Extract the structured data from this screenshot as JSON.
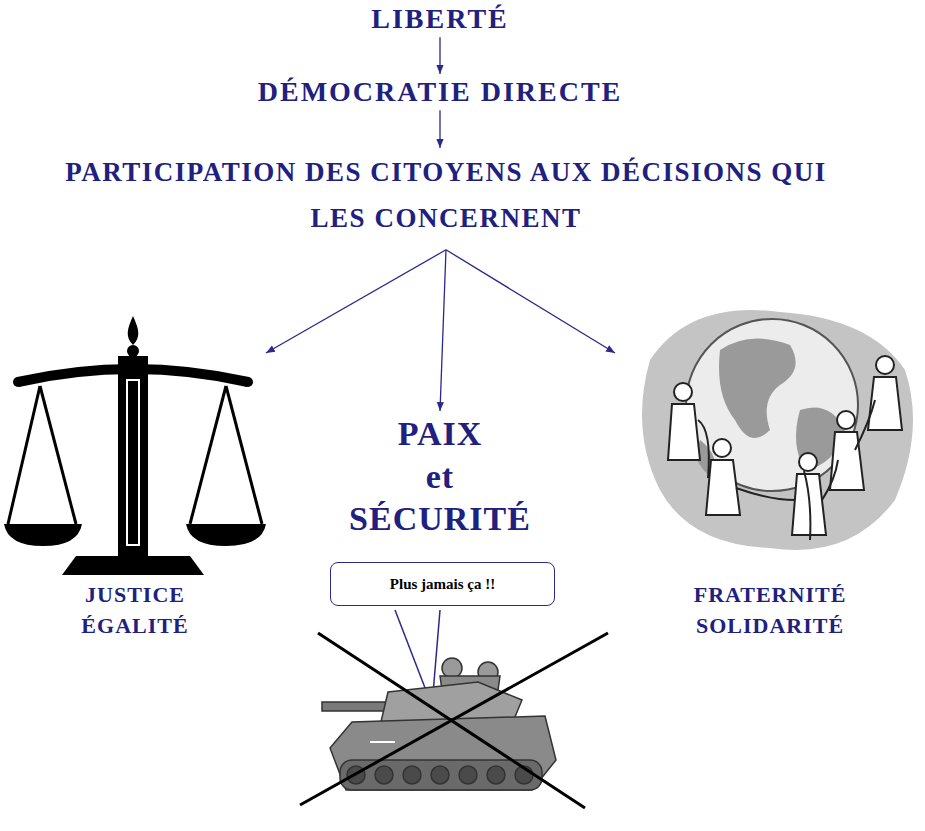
{
  "diagram": {
    "nodes": [
      {
        "text": [
          "LIBERTÉ"
        ]
      },
      {
        "text": [
          "DÉMOCRATIE DIRECTE"
        ]
      },
      {
        "text": [
          "PARTICIPATION DES CITOYENS AUX DÉCISIONS QUI LES CONCERNENT"
        ]
      },
      {
        "text": [
          "JUSTICE ÉGALITÉ"
        ]
      },
      {
        "text": [
          "PAIX et SÉCURITÉ"
        ]
      },
      {
        "text": [
          "Plus jamais ça !!"
        ]
      },
      {
        "text": [
          "FRATERNITÉ SOLIDARITÉ"
        ]
      }
    ],
    "edges": [
      {
        "from": 0,
        "to": 1,
        "arrow": "to"
      },
      {
        "from": 1,
        "to": 2,
        "arrow": "to"
      },
      {
        "from": 2,
        "to": 3,
        "arrow": "to"
      },
      {
        "from": 2,
        "to": 4,
        "arrow": "to"
      },
      {
        "from": 2,
        "to": 6,
        "arrow": "to"
      }
    ]
  }
}
